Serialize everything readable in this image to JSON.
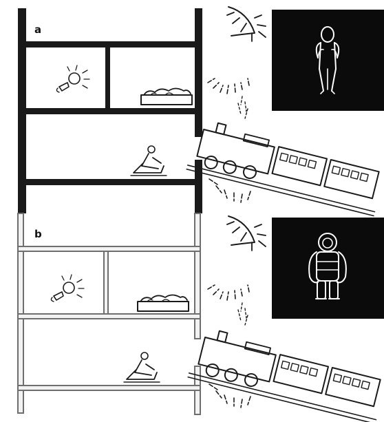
{
  "figure": {
    "panels": [
      {
        "label": "a",
        "construction": "solid",
        "wall_color": "#1a1a1a"
      },
      {
        "label": "b",
        "construction": "lightweight",
        "wall_color": "#6e6e6e"
      }
    ],
    "icons": [
      "sun-icon",
      "lamp-icon",
      "bed-icon",
      "reclining-person-icon",
      "train-icon",
      "human-figure-icon",
      "insulated-suit-figure-icon"
    ]
  }
}
